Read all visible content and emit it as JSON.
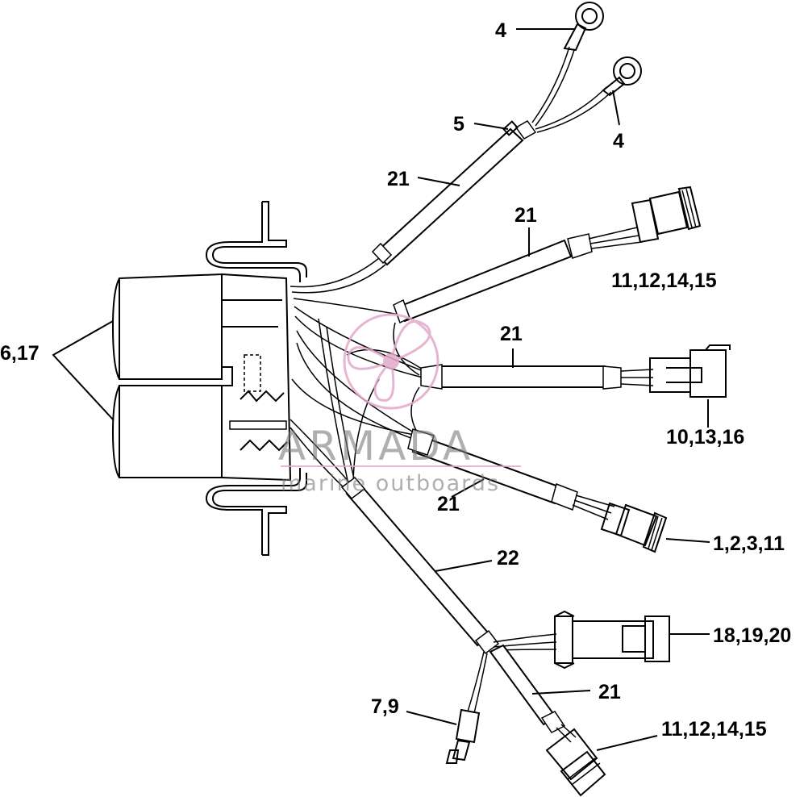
{
  "callouts": {
    "c4_top": "4",
    "c4_right": "4",
    "c5": "5",
    "c21_a": "21",
    "c21_b": "21",
    "c21_c": "21",
    "c21_d": "21",
    "c21_e": "21",
    "c22": "22",
    "c6_17": "6,17",
    "c11_12_14_15_top": "11,12,14,15",
    "c10_13_16": "10,13,16",
    "c1_2_3_11": "1,2,3,11",
    "c18_19_20": "18,19,20",
    "c7_9": "7,9",
    "c11_12_14_15_bottom": "11,12,14,15"
  },
  "watermark": {
    "brand": "ARMADA",
    "tagline": "marine outboards",
    "color": "#e3a9c9"
  },
  "colors": {
    "line": "#000000",
    "background": "#ffffff"
  }
}
